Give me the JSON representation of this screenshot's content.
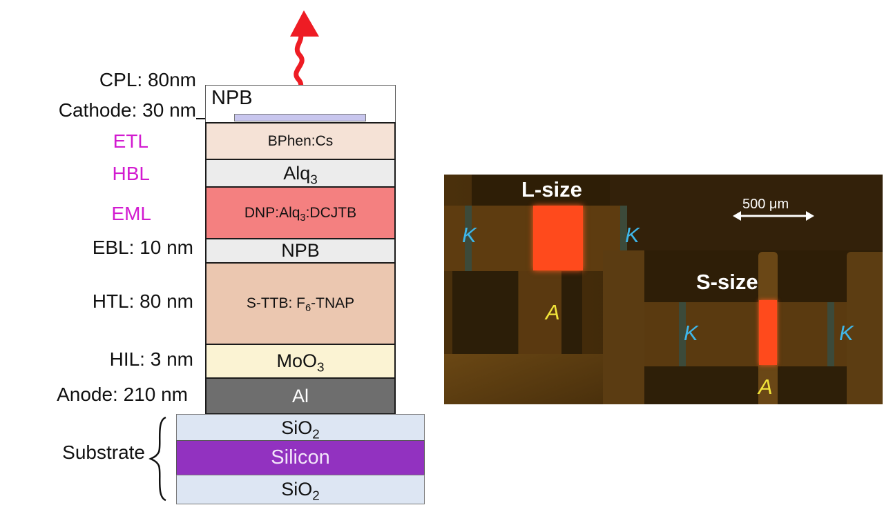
{
  "stack": {
    "layers": [
      {
        "id": "cpl",
        "side_label": "CPL: 80nm",
        "side_color": "black",
        "material": "NPB",
        "fill": "#ffffff"
      },
      {
        "id": "cathode",
        "side_label": "Cathode: 30 nm",
        "side_color": "black",
        "fill": "#c8c6ee"
      },
      {
        "id": "etl",
        "side_label": "ETL",
        "side_color": "pink",
        "material": "BPhen:Cs",
        "fill": "#f5e2d6"
      },
      {
        "id": "hbl",
        "side_label": "HBL",
        "side_color": "pink",
        "material": "Alq",
        "material_sub": "3",
        "fill": "#ececec"
      },
      {
        "id": "eml",
        "side_label": "EML",
        "side_color": "pink",
        "material_parts": [
          "DNP:Alq",
          "3",
          ":DCJTB"
        ],
        "fill": "#f48080"
      },
      {
        "id": "ebl",
        "side_label": "EBL: 10 nm",
        "side_color": "black",
        "material": "NPB",
        "fill": "#ececec"
      },
      {
        "id": "htl",
        "side_label": "HTL: 80 nm",
        "side_color": "black",
        "material_parts": [
          "S-TTB: F",
          "6",
          "-TNAP"
        ],
        "fill": "#ebc7b0"
      },
      {
        "id": "hil",
        "side_label": "HIL: 3 nm",
        "side_color": "black",
        "material": "MoO",
        "material_sub": "3",
        "fill": "#fbf3d3"
      },
      {
        "id": "anode",
        "side_label": "Anode: 210 nm",
        "side_color": "black",
        "material": "Al",
        "fill": "#6e6e6e"
      }
    ],
    "substrate": {
      "label": "Substrate",
      "layers": [
        {
          "material": "SiO",
          "material_sub": "2",
          "fill": "#dde6f3"
        },
        {
          "material": "Silicon",
          "fill": "#9232c0"
        },
        {
          "material": "SiO",
          "material_sub": "2",
          "fill": "#dde6f3"
        }
      ]
    },
    "emission_arrow_color": "#ee1c24",
    "pink_label_color": "#d21bd0"
  },
  "micrograph": {
    "large_device_label": "L-size",
    "small_device_label": "S-size",
    "scale_bar_label": "500 μm",
    "cathode_label": "K",
    "anode_label": "A",
    "emission_color": "#ff4a1c",
    "cathode_label_color": "#3fb6e8",
    "anode_label_color": "#f2e53a"
  }
}
